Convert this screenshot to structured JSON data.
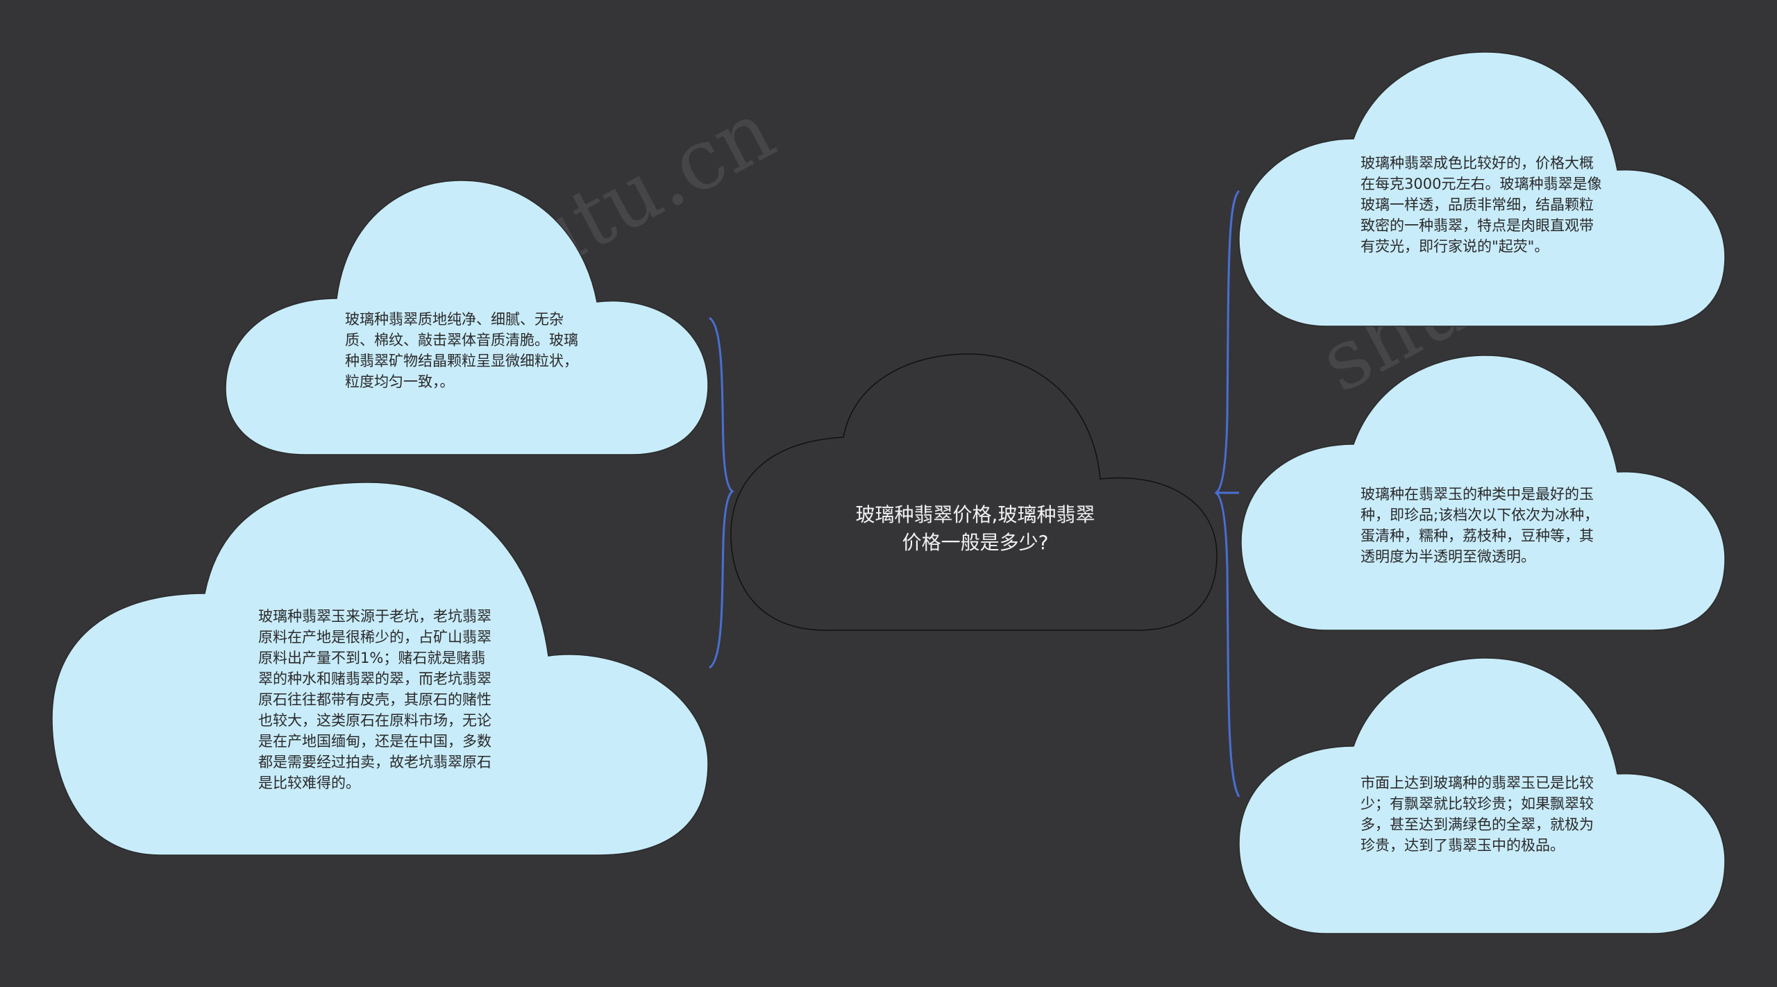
{
  "watermark": {
    "left": "树图 shutu.cn",
    "right": "shutu.cn"
  },
  "center": {
    "title": "玻璃种翡翠价格,玻璃种翡翠价格一般是多少?"
  },
  "nodes": {
    "left_top": "玻璃种翡翠质地纯净、细腻、无杂质、棉纹、敲击翠体音质清脆。玻璃种翡翠矿物结晶颗粒呈显微细粒状，粒度均匀一致，。",
    "left_bottom": "玻璃种翡翠玉来源于老坑，老坑翡翠原料在产地是很稀少的，占矿山翡翠原料出产量不到1%；赌石就是赌翡翠的种水和赌翡翠的翠，而老坑翡翠原石往往都带有皮壳，其原石的赌性也较大，这类原石在原料市场，无论是在产地国缅甸，还是在中国，多数都是需要经过拍卖，故老坑翡翠原石是比较难得的。",
    "right_top": "玻璃种翡翠成色比较好的，价格大概在每克3000元左右。玻璃种翡翠是像玻璃一样透，品质非常细，结晶颗粒致密的一种翡翠，特点是肉眼直观带有荧光，即行家说的\"起荧\"。",
    "right_middle": "玻璃种在翡翠玉的种类中是最好的玉种，即珍品;该档次以下依次为冰种，蛋清种，糯种，荔枝种，豆种等，其透明度为半透明至微透明。",
    "right_bottom": "市面上达到玻璃种的翡翠玉已是比较少；有飘翠就比较珍贵；如果飘翠较多，甚至达到满绿色的全翠，就极为珍贵，达到了翡翠玉中的极品。"
  },
  "colors": {
    "background": "#353437",
    "cloud_fill": "#c9ecfb",
    "center_fill": "#353437",
    "connector": "#4a6fd4"
  }
}
